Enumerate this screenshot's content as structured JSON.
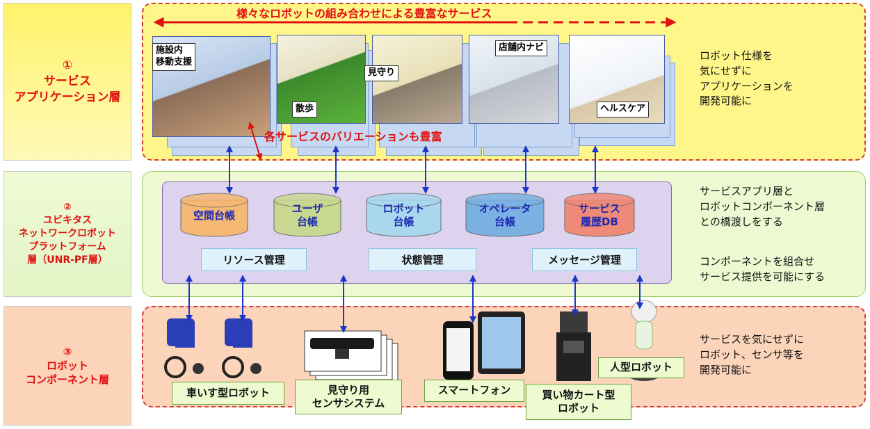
{
  "layers": [
    {
      "num": "①",
      "line1": "サービス",
      "line2": "アプリケーション層",
      "line3": ""
    },
    {
      "num": "②",
      "line1": "ユビキタス",
      "line2": "ネットワークロボット",
      "line3": "プラットフォーム",
      "line4": "層（UNR-PF層）"
    },
    {
      "num": "③",
      "line1": "ロボット",
      "line2": "コンポーネント層"
    }
  ],
  "app_layer": {
    "title": "様々なロボットの組み合わせによる豊富なサービス",
    "variation": "各サービスのバリエーションも豊富",
    "services": [
      {
        "label1": "施設内",
        "label2": "移動支援"
      },
      {
        "label1": "散歩",
        "label2": ""
      },
      {
        "label1": "見守り",
        "label2": ""
      },
      {
        "label1": "店舗内ナビ",
        "label2": ""
      },
      {
        "label1": "ヘルスケア",
        "label2": ""
      }
    ],
    "desc": [
      "ロボット仕様を",
      "気にせずに",
      "アプリケーションを",
      "開発可能に"
    ]
  },
  "platform": {
    "dbs": [
      {
        "line1": "空間台帳",
        "line2": "",
        "color": "#f5b774",
        "text": "#1b28b0"
      },
      {
        "line1": "ユーザ",
        "line2": "台帳",
        "color": "#c8d890",
        "text": "#1b28b0"
      },
      {
        "line1": "ロボット",
        "line2": "台帳",
        "color": "#a9d7ee",
        "text": "#1b28b0"
      },
      {
        "line1": "オペレータ",
        "line2": "台帳",
        "color": "#7ab1e2",
        "text": "#1b28b0"
      },
      {
        "line1": "サービス",
        "line2": "履歴DB",
        "color": "#ef8a78",
        "text": "#1b28b0"
      }
    ],
    "mgmt": [
      "リソース管理",
      "状態管理",
      "メッセージ管理"
    ],
    "desc1": [
      "サービスアプリ層と",
      "ロボットコンポーネント層",
      "との橋渡しをする"
    ],
    "desc2": [
      "コンポーネントを組合せ",
      "サービス提供を可能にする"
    ]
  },
  "components": {
    "items": [
      {
        "line1": "車いす型ロボット",
        "line2": ""
      },
      {
        "line1": "見守り用",
        "line2": "センサシステム"
      },
      {
        "line1": "スマートフォン",
        "line2": ""
      },
      {
        "line1": "買い物カート型",
        "line2": "ロボット"
      },
      {
        "line1": "人型ロボット",
        "line2": ""
      }
    ],
    "desc": [
      "サービスを気にせずに",
      "ロボット、センサ等を",
      "開発可能に"
    ]
  },
  "colors": {
    "accent_red": "#e01010",
    "arrow_blue": "#1b36c8"
  }
}
